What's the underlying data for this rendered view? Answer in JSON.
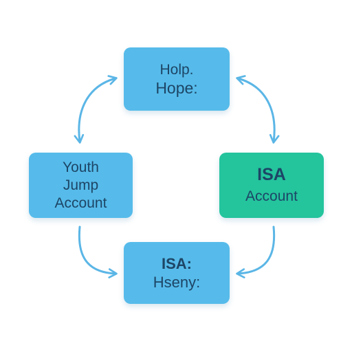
{
  "colors": {
    "box_blue": "#56bbea",
    "box_green": "#24c49d",
    "text_dark": "#1d4566",
    "arrow": "#5bb6e6"
  },
  "nodes": {
    "top": {
      "line1": "Holp.",
      "line2": "Hope:"
    },
    "left": {
      "line1": "Youth",
      "line2": "Jump",
      "line3": "Account"
    },
    "right": {
      "line1": "ISA",
      "line2": "Account"
    },
    "bottom": {
      "line1": "ISA:",
      "line2": "Hseny:"
    }
  }
}
